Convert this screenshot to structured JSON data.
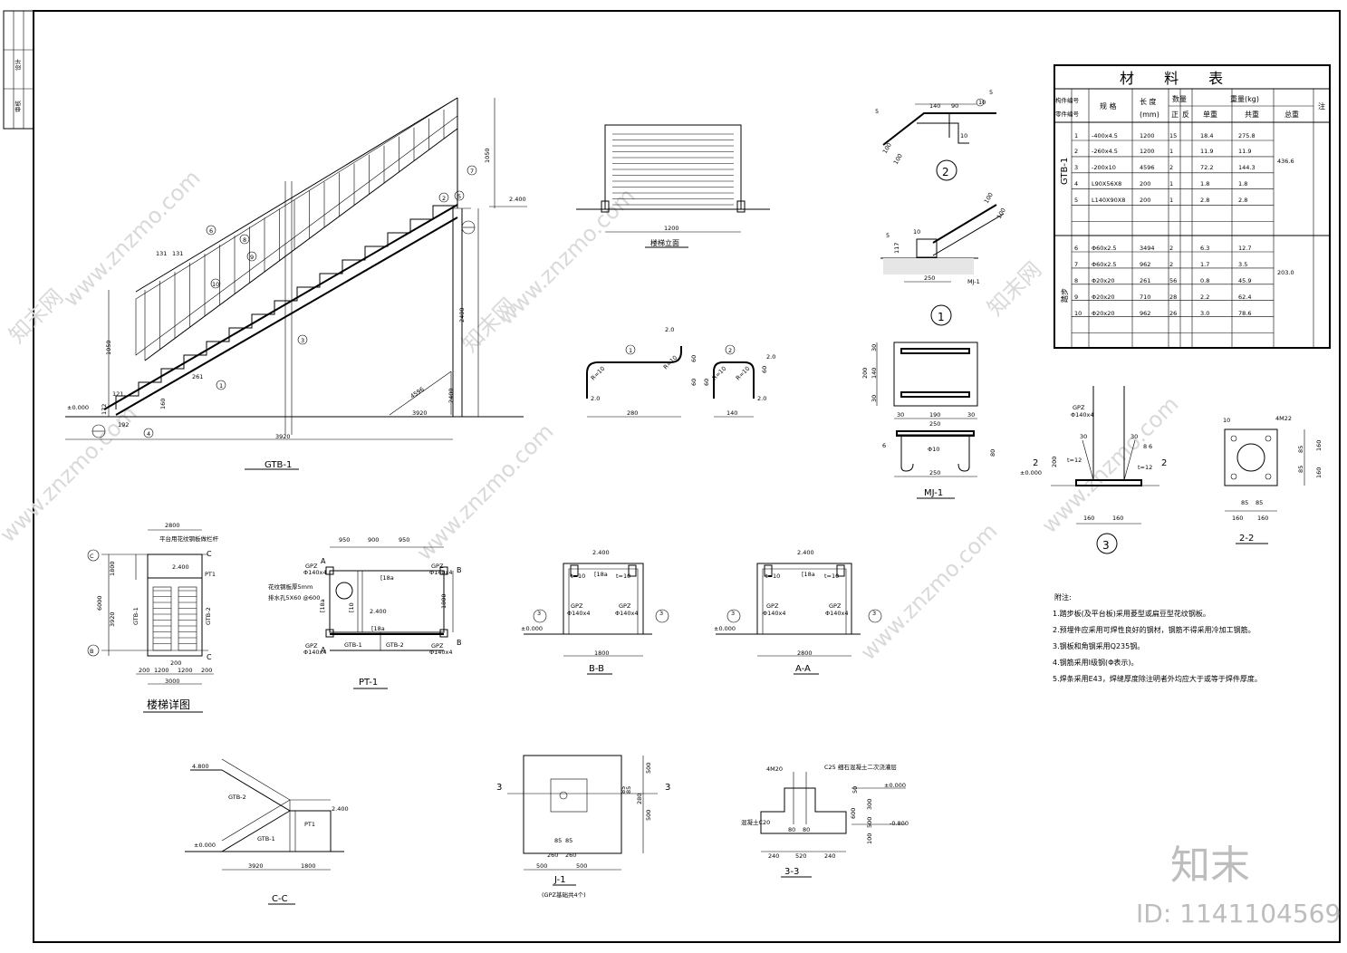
{
  "titles": {
    "gtb1": "GTB-1",
    "elev": "楼梯立面",
    "mj1": "MJ-1",
    "pt1": "PT-1",
    "bb": "B-B",
    "aa": "A-A",
    "detail": "楼梯详图",
    "cc": "C-C",
    "j1": "J-1",
    "j1sub": "(GPZ基础共4个)",
    "s33": "3-3",
    "s22": "2-2",
    "c1": "1",
    "c2": "2",
    "c3": "3"
  },
  "gtb1": {
    "dims": {
      "d1050a": "1050",
      "d2400": "2.400",
      "d2400v": "2400",
      "d2400w": "2400",
      "d1050b": "1050",
      "d131a": "131",
      "d131b": "131",
      "d000": "±0.000",
      "d121": "121",
      "d172": "172",
      "d192": "192",
      "d160": "160",
      "d3920a": "3920",
      "d3920b": "3920",
      "d4596": "4596",
      "d261": "261"
    },
    "balloons": [
      "1",
      "2",
      "3",
      "4",
      "5",
      "6",
      "7",
      "8",
      "9",
      "10"
    ]
  },
  "elevation": {
    "w1200": "1200"
  },
  "steps": {
    "d20a": "2.0",
    "d20b": "2.0",
    "d60a": "60",
    "d60b": "60",
    "r10a": "R=10",
    "r10b": "R=10",
    "d280": "280",
    "d20c": "2.0",
    "d20d": "2.0",
    "d60c": "60",
    "d60d": "60",
    "r10c": "R=10",
    "r10d": "R=10",
    "d140": "140",
    "b1": "1",
    "b2": "2"
  },
  "detail2": {
    "d5a": "5",
    "d140": "140",
    "d90": "90",
    "d100a": "100",
    "d100b": "100",
    "d5b": "5",
    "d10": "10",
    "b10": "10"
  },
  "detail1": {
    "d5": "5",
    "d10": "10",
    "d117": "117",
    "d250": "250",
    "mj": "MJ-1",
    "d100a": "100",
    "d100b": "100"
  },
  "mj1": {
    "d30a": "30",
    "d140": "140",
    "d200": "200",
    "d30b": "30",
    "d190": "190",
    "d250a": "250",
    "d30c": "30",
    "d30d": "30",
    "d6": "6",
    "d80": "80",
    "bar": "Φ10",
    "d250b": "250"
  },
  "table": {
    "title": "材  料  表",
    "h_member": "构件编号",
    "h_part": "零件编号",
    "h_spec": "规 格",
    "h_len": "长 度",
    "h_len_unit": "(mm)",
    "h_qty": "数量",
    "h_pos": "正",
    "h_neg": "反",
    "h_weight": "重量(kg)",
    "h_unit": "单重",
    "h_total": "共重",
    "h_sum": "总重",
    "h_note": "注",
    "group1": "GTB-1",
    "group2": "踏步",
    "group1_total": "436.6",
    "group2_total": "203.0",
    "rows": [
      {
        "no": "1",
        "spec": "-400x4.5",
        "len": "1200",
        "pos": "15",
        "neg": "",
        "unit": "18.4",
        "total": "275.8"
      },
      {
        "no": "2",
        "spec": "-260x4.5",
        "len": "1200",
        "pos": "1",
        "neg": "",
        "unit": "11.9",
        "total": "11.9"
      },
      {
        "no": "3",
        "spec": "-200x10",
        "len": "4596",
        "pos": "2",
        "neg": "",
        "unit": "72.2",
        "total": "144.3"
      },
      {
        "no": "4",
        "spec": "L90X56X8",
        "len": "200",
        "pos": "1",
        "neg": "",
        "unit": "1.8",
        "total": "1.8"
      },
      {
        "no": "5",
        "spec": "L140X90X8",
        "len": "200",
        "pos": "1",
        "neg": "",
        "unit": "2.8",
        "total": "2.8"
      },
      {
        "no": "6",
        "spec": "Φ60x2.5",
        "len": "3494",
        "pos": "2",
        "neg": "",
        "unit": "6.3",
        "total": "12.7"
      },
      {
        "no": "7",
        "spec": "Φ60x2.5",
        "len": "962",
        "pos": "2",
        "neg": "",
        "unit": "1.7",
        "total": "3.5"
      },
      {
        "no": "8",
        "spec": "Φ20x20",
        "len": "261",
        "pos": "56",
        "neg": "",
        "unit": "0.8",
        "total": "45.9"
      },
      {
        "no": "9",
        "spec": "Φ20x20",
        "len": "710",
        "pos": "28",
        "neg": "",
        "unit": "2.2",
        "total": "62.4"
      },
      {
        "no": "10",
        "spec": "Φ20x20",
        "len": "962",
        "pos": "26",
        "neg": "",
        "unit": "3.0",
        "total": "78.6"
      }
    ]
  },
  "detail3": {
    "gpz": "GPZ",
    "gpzsize": "Φ140x4",
    "d30a": "30",
    "d30b": "30",
    "t12a": "t=12",
    "t12b": "t=12",
    "d200": "200",
    "d000": "±0.000",
    "d160a": "160",
    "d160b": "160",
    "c2a": "2",
    "c2b": "2",
    "d8": "8",
    "d6": "6"
  },
  "s22": {
    "d10": "10",
    "m22": "4M22",
    "d85a": "85",
    "d85b": "85",
    "d160a": "160",
    "d160b": "160",
    "d85c": "85",
    "d85d": "85",
    "d160c": "160",
    "d160d": "160"
  },
  "notes": {
    "title": "附注:",
    "n1": "1.踏步板(及平台板)采用菱型或扁豆型花纹钢板。",
    "n2": "2.预埋件应采用可焊性良好的钢材，钢筋不得采用冷加工钢筋。",
    "n3": "3.钢板和角钢采用Q235钢。",
    "n4": "4.钢筋采用I级钢(Φ表示)。",
    "n5": "5.焊条采用E43，焊缝厚度除注明者外均应大于或等于焊件厚度。"
  },
  "detailPlan": {
    "note": "平台用花纹钢板做栏杆",
    "d2800": "2800",
    "d1800": "1800",
    "d6000": "6000",
    "d3920": "3920",
    "axisC": "C",
    "axisB": "B",
    "secC1": "C",
    "secC2": "C",
    "lvl": "2.400",
    "pt": "PT1",
    "g1": "GTB-1",
    "g2": "GTB-2",
    "d200a": "200",
    "d1200a": "1200",
    "d1200b": "1200",
    "d200b": "200",
    "d200c": "200",
    "d3000": "3000"
  },
  "pt1": {
    "d950a": "950",
    "d900": "900",
    "d950b": "950",
    "secA1": "A",
    "secA2": "A",
    "secB1": "B",
    "secB2": "B",
    "gpz1": "GPZ",
    "gpz1s": "Φ140x4",
    "gpz2": "GPZ",
    "gpz2s": "Φ140x4",
    "gpz3": "GPZ",
    "gpz3s": "Φ140x4",
    "gpz4": "GPZ",
    "gpz4s": "Φ140x4",
    "plate": "花纹钢板厚5mm",
    "hole": "排水孔5X60 @600",
    "c18a": "[18a",
    "c18b": "[18a",
    "c18c": "[18a",
    "c10": "[10",
    "lvl": "2.400",
    "g1": "GTB-1",
    "g2": "GTB-2",
    "d1800": "1800"
  },
  "bb": {
    "lvl": "2.400",
    "c18a": "[18a",
    "t10a": "t=10",
    "t10b": "t=10",
    "gpz1": "GPZ",
    "gpz1s": "Φ140x4",
    "gpz2": "GPZ",
    "gpz2s": "Φ140x4",
    "d000": "±0.000",
    "d1800": "1800",
    "c3a": "3",
    "c3b": "3"
  },
  "aa": {
    "lvl": "2.400",
    "c18a": "[18a",
    "t10a": "t=10",
    "t10b": "t=10",
    "gpz1": "GPZ",
    "gpz1s": "Φ140x4",
    "gpz2": "GPZ",
    "gpz2s": "Φ140x4",
    "d000": "±0.000",
    "d2800": "2800",
    "c3a": "3",
    "c3b": "3"
  },
  "cc": {
    "d4800": "4.800",
    "d000": "±0.000",
    "g1": "GTB-1",
    "g2": "GTB-2",
    "pt": "PT1",
    "d2400": "2.400",
    "d3920": "3920",
    "d1800": "1800"
  },
  "j1": {
    "s3a": "3",
    "s3b": "3",
    "d500a": "500",
    "d280": "280",
    "d500b": "500",
    "d85a": "85",
    "d85b": "85",
    "d85c": "85",
    "d85d": "85",
    "d260a": "260",
    "d260b": "260",
    "d500c": "500",
    "d500d": "500"
  },
  "s33": {
    "m20": "4M20",
    "c25": "C25 细石混凝土二次浇灌层",
    "d50": "50",
    "d300": "300",
    "d600": "600",
    "d500": "500",
    "d100": "100",
    "d000": "±0.000",
    "d080": "-0.800",
    "c20": "混凝土C20",
    "d80a": "80",
    "d80b": "80",
    "d240a": "240",
    "d520": "520",
    "d240b": "240"
  },
  "titleblock": {
    "t1": "设计",
    "t2": "审核"
  },
  "watermark": {
    "site": "www.znzmo.com",
    "brand": "知末网",
    "logo": "知末",
    "id": "ID: 1141104569"
  }
}
